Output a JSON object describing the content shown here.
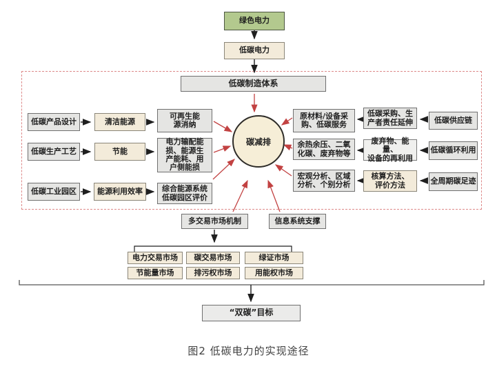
{
  "caption": "图2 低碳电力的实现途径",
  "colors": {
    "green_node": "#b3c98e",
    "cream_node": "#f3ebda",
    "gray_node": "#e5e5e3",
    "light_gray_node": "#ebebea",
    "red_arrow": "#c24242",
    "black_arrow": "#1f1f1f",
    "dashed_frame": "#dd8888"
  },
  "nodes": {
    "green_power": {
      "label": "绿色电力"
    },
    "low_carbon_power": {
      "label": "低碳电力"
    },
    "manufacturing_system": {
      "label": "低碳制造体系"
    },
    "carbon_reduction_circle": {
      "label": "碳减排"
    },
    "left_outer": [
      {
        "label": "低碳产品设计"
      },
      {
        "label": "低碳生产工艺"
      },
      {
        "label": "低碳工业园区"
      }
    ],
    "left_mid": [
      {
        "label": "清洁能源"
      },
      {
        "label": "节能"
      },
      {
        "label": "能源利用效率"
      }
    ],
    "left_inner": [
      {
        "label": "可再生能\n源消纳"
      },
      {
        "label": "电力输配能\n损、能源生\n产能耗、用\n户侧能损"
      },
      {
        "label": "综合能源系统\n低碳园区评价"
      }
    ],
    "right_inner": [
      {
        "label": "原材料/设备采\n购、低碳服务"
      },
      {
        "label": "余热余压、二氧\n化碳、废弃物等"
      },
      {
        "label": "宏观分析、区域\n分析、个别分析"
      }
    ],
    "right_mid": [
      {
        "label": "低碳采购、生\n产者责任延伸"
      },
      {
        "label": "废弃物、能量、\n设备的再利用"
      },
      {
        "label": "核算方法、\n评价方法"
      }
    ],
    "right_outer": [
      {
        "label": "低碳供应链"
      },
      {
        "label": "低碳循环利用"
      },
      {
        "label": "全周期碳足迹"
      }
    ],
    "market_mechanism": {
      "label": "多交易市场机制"
    },
    "info_system": {
      "label": "信息系统支撑"
    },
    "markets": [
      {
        "label": "电力交易市场"
      },
      {
        "label": "碳交易市场"
      },
      {
        "label": "绿证市场"
      },
      {
        "label": "节能量市场"
      },
      {
        "label": "排污权市场"
      },
      {
        "label": "用能权市场"
      }
    ],
    "dual_carbon_goal": {
      "label": "“双碳”目标"
    }
  }
}
